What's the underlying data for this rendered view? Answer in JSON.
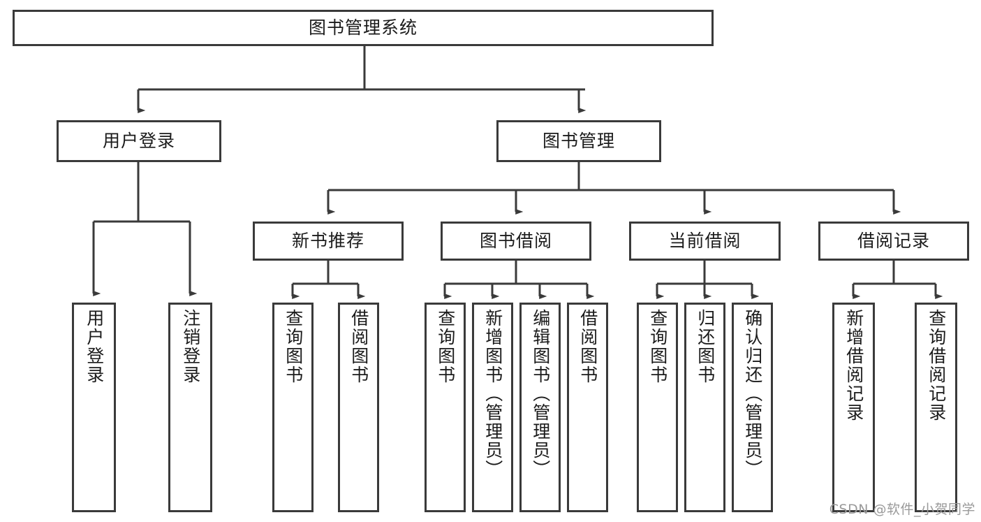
{
  "diagram": {
    "title": "图书管理系统",
    "type": "tree-hierarchy",
    "watermark": "CSDN @软件_小贺同学",
    "colors": {
      "stroke": "#3a3a3a",
      "fill": "#ffffff",
      "text": "#1b1b1b",
      "watermark": "#9a9a9a"
    },
    "root": {
      "label": "图书管理系统"
    },
    "level2": [
      {
        "label": "用户登录"
      },
      {
        "label": "图书管理"
      }
    ],
    "level3": [
      {
        "label": "新书推荐"
      },
      {
        "label": "图书借阅"
      },
      {
        "label": "当前借阅"
      },
      {
        "label": "借阅记录"
      }
    ],
    "leaves": {
      "user_login": [
        {
          "label": "用户登录"
        },
        {
          "label": "注销登录"
        }
      ],
      "new_book_recommend": [
        {
          "label": "查询图书"
        },
        {
          "label": "借阅图书"
        }
      ],
      "book_borrow": [
        {
          "label": "查询图书"
        },
        {
          "label": "新增图书（管理员）"
        },
        {
          "label": "编辑图书（管理员）"
        },
        {
          "label": "借阅图书"
        }
      ],
      "current_borrow": [
        {
          "label": "查询图书"
        },
        {
          "label": "归还图书"
        },
        {
          "label": "确认归还（管理员）"
        }
      ],
      "borrow_record": [
        {
          "label": "新增借阅记录"
        },
        {
          "label": "查询借阅记录"
        }
      ]
    }
  }
}
